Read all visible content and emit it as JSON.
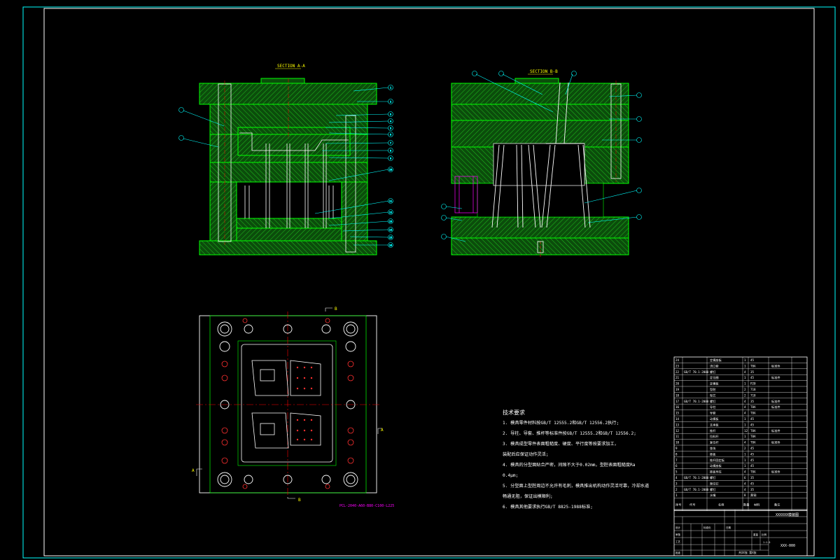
{
  "drawing": {
    "section_aa_title": "SECTION A-A",
    "section_bb_title": "SECTION B-B",
    "section_marker_a": "A",
    "section_marker_b": "B",
    "mold_base_code": "PCL-2040-A60-B80-C100-L225",
    "notes_title": "技术要求",
    "notes": [
      "1. 模具零件材料按GB/T 12555.2和GB/T 12556.2执行;",
      "2. 导柱、导套、推杆等标准件按GB/T 12555.2和GB/T 12556.2;",
      "3. 模具成型零件表面粗糙度、硬度、平行度等按要求加工，",
      "   装配后应保证动作灵活;",
      "4. 模具的分型面贴合严密，间隙不大于0.02mm，型腔表面粗糙度Ra",
      "   0.4μm;",
      "5. 分型面上型腔周边不允许有毛刺，模具推出机构动作灵活可靠，冷却水道",
      "   畅通无阻，保证出模顺利;",
      "6. 模具其他要求执行GB/T 8825-1988标准;"
    ]
  },
  "title_block": {
    "drawing_name": "XXXXXX模装图",
    "drawing_number": "XXX-000",
    "sheet_text": "共XX张 第X张",
    "scale": "1:1.5"
  },
  "parts_list": [
    {
      "no": "24",
      "code": "",
      "name": "定模座板",
      "qty": "1",
      "material": "45",
      "remark": ""
    },
    {
      "no": "23",
      "code": "",
      "name": "浇口套",
      "qty": "1",
      "material": "T8A",
      "remark": "标准件"
    },
    {
      "no": "22",
      "code": "GB/T 70.1-2000",
      "name": "螺钉",
      "qty": "4",
      "material": "35",
      "remark": ""
    },
    {
      "no": "21",
      "code": "",
      "name": "定位圈",
      "qty": "1",
      "material": "45",
      "remark": "标准件"
    },
    {
      "no": "20",
      "code": "",
      "name": "定模板",
      "qty": "1",
      "material": "P20",
      "remark": ""
    },
    {
      "no": "19",
      "code": "",
      "name": "型腔",
      "qty": "2",
      "material": "718",
      "remark": ""
    },
    {
      "no": "18",
      "code": "",
      "name": "型芯",
      "qty": "2",
      "material": "718",
      "remark": ""
    },
    {
      "no": "17",
      "code": "GB/T 70.1-2000",
      "name": "螺钉",
      "qty": "4",
      "material": "35",
      "remark": "标准件"
    },
    {
      "no": "16",
      "code": "",
      "name": "导柱",
      "qty": "4",
      "material": "T8A",
      "remark": "标准件"
    },
    {
      "no": "15",
      "code": "",
      "name": "导套",
      "qty": "4",
      "material": "T8A",
      "remark": ""
    },
    {
      "no": "14",
      "code": "",
      "name": "动模板",
      "qty": "1",
      "material": "45",
      "remark": ""
    },
    {
      "no": "13",
      "code": "",
      "name": "支承板",
      "qty": "1",
      "material": "45",
      "remark": ""
    },
    {
      "no": "12",
      "code": "",
      "name": "推杆",
      "qty": "12",
      "material": "T8A",
      "remark": "标准件"
    },
    {
      "no": "11",
      "code": "",
      "name": "拉料杆",
      "qty": "1",
      "material": "T8A",
      "remark": ""
    },
    {
      "no": "10",
      "code": "",
      "name": "复位杆",
      "qty": "4",
      "material": "T8A",
      "remark": "标准件"
    },
    {
      "no": "9",
      "code": "",
      "name": "垫块",
      "qty": "2",
      "material": "45",
      "remark": ""
    },
    {
      "no": "8",
      "code": "",
      "name": "推板",
      "qty": "1",
      "material": "45",
      "remark": ""
    },
    {
      "no": "7",
      "code": "",
      "name": "推杆固定板",
      "qty": "1",
      "material": "45",
      "remark": ""
    },
    {
      "no": "6",
      "code": "",
      "name": "动模座板",
      "qty": "1",
      "material": "45",
      "remark": ""
    },
    {
      "no": "5",
      "code": "",
      "name": "推板导柱",
      "qty": "4",
      "material": "T8A",
      "remark": "标准件"
    },
    {
      "no": "4",
      "code": "GB/T 70.1-2000",
      "name": "螺钉",
      "qty": "6",
      "material": "35",
      "remark": ""
    },
    {
      "no": "3",
      "code": "",
      "name": "限位钉",
      "qty": "4",
      "material": "45",
      "remark": ""
    },
    {
      "no": "2",
      "code": "GB/T 70.1-2000",
      "name": "螺钉",
      "qty": "4",
      "material": "35",
      "remark": ""
    },
    {
      "no": "1",
      "code": "",
      "name": "水嘴",
      "qty": "8",
      "material": "黄铜",
      "remark": ""
    }
  ],
  "parts_header": {
    "no": "序号",
    "code": "代号",
    "name": "名称",
    "qty": "数量",
    "material": "材料",
    "remark": "备注"
  },
  "title_block_labels": {
    "designer": "设计",
    "checker": "审核",
    "process": "工艺",
    "approve": "批准",
    "standard": "标准化",
    "date": "日期",
    "scale_label": "比例",
    "weight_label": "重量"
  },
  "balloons_left": [
    "1",
    "2",
    "3",
    "4",
    "5",
    "6",
    "7",
    "8",
    "9",
    "10",
    "11",
    "12",
    "13",
    "14",
    "15",
    "16",
    "17",
    "18"
  ],
  "colors": {
    "frame": "#00ffff",
    "plate": "#00ff00",
    "hatch": "#1e8c1e",
    "pin": "#ffffff",
    "leader": "#00ffff",
    "center": "#ff0000",
    "hole": "#ff3030",
    "text_white": "#ffffff",
    "magenta": "#ff00ff"
  }
}
